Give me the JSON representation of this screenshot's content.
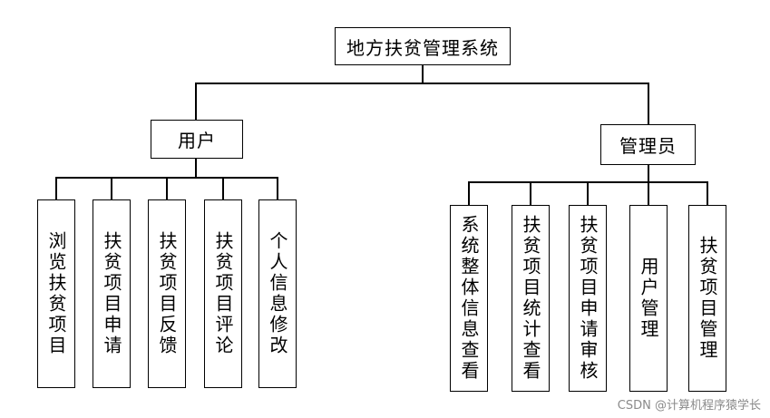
{
  "root": {
    "label": "地方扶贫管理系统"
  },
  "user_branch": {
    "label": "用户",
    "children": [
      "浏览扶贫项目",
      "扶贫项目申请",
      "扶贫项目反馈",
      "扶贫项目评论",
      "个人信息修改"
    ]
  },
  "admin_branch": {
    "label": "管理员",
    "children": [
      "系统整体信息查看",
      "扶贫项目统计查看",
      "扶贫项目申请审核",
      "用户管理",
      "扶贫项目管理"
    ]
  },
  "watermark": "CSDN @计算机程序猿学长"
}
